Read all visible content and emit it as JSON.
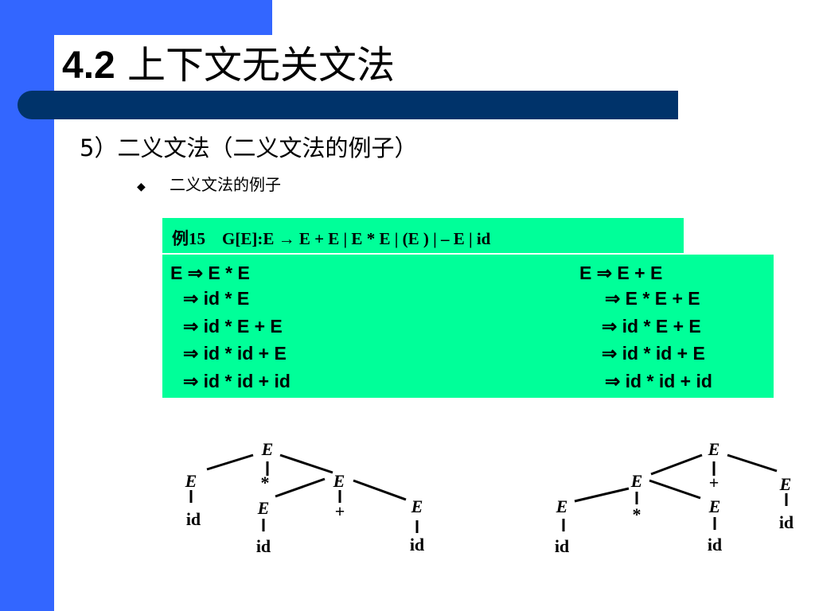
{
  "slide": {
    "title_number": "4.2",
    "title_text": "上下文无关文法",
    "subtitle": "5）二义文法（二义文法的例子）",
    "bullet_icon": "◆",
    "bullet_text": "二义文法的例子"
  },
  "grammar": {
    "text": "例15　G[E]:E → E + E | E * E | (E ) | – E | id"
  },
  "derivations": {
    "left": [
      "E ⇒ E * E",
      "⇒ id * E",
      "⇒ id * E + E",
      "⇒ id * id + E",
      "⇒ id * id + id"
    ],
    "right": [
      "E ⇒ E + E",
      "⇒ E * E + E",
      "⇒ id * E + E",
      "⇒ id * id + E",
      "⇒ id * id + id"
    ]
  },
  "trees": {
    "left": {
      "nodes": [
        "E",
        "E",
        "*",
        "E",
        "id",
        "E",
        "+",
        "E",
        "id",
        "id"
      ]
    },
    "right": {
      "nodes": [
        "E",
        "E",
        "+",
        "E",
        "E",
        "*",
        "E",
        "id",
        "id",
        "id"
      ]
    }
  },
  "colors": {
    "sidebar": "#3366ff",
    "title_bar": "#00336a",
    "box_fill": "#00ff99"
  }
}
